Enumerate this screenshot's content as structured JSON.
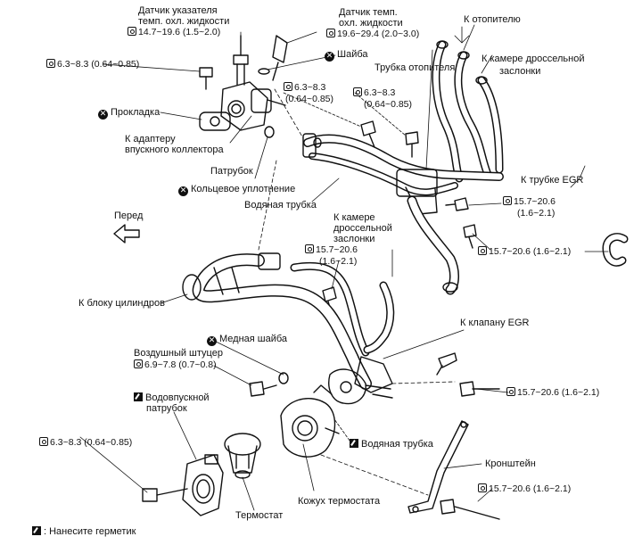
{
  "labels": {
    "temp_gauge_sensor_1": "Датчик указателя",
    "temp_gauge_sensor_2": "темп. охл. жидкости",
    "temp_gauge_sensor_torque": "14.7~19.6 (1.5~2.0)",
    "temp_sensor_1": "Датчик темп.",
    "temp_sensor_2": "охл. жидкости",
    "temp_sensor_torque": "19.6~29.4 (2.0~3.0)",
    "to_heater": "К отопителю",
    "washer": "Шайба",
    "heater_pipe": "Трубка отопителя",
    "to_throttle_chamber_1_a": "К камере дроссельной",
    "to_throttle_chamber_1_b": "заслонки",
    "bolt_torque_top_left": "6.3~8.3 (0.64~0.85)",
    "bolt_torque_mid_1_a": "6.3~8.3",
    "bolt_torque_mid_1_b": "(0.64~0.85)",
    "bolt_torque_mid_2_a": "6.3~8.3",
    "bolt_torque_mid_2_b": "(0.64~0.85)",
    "gasket": "Прокладка",
    "to_intake_adapter_1": "К адаптеру",
    "to_intake_adapter_2": "впускного коллектора",
    "fitting": "Патрубок",
    "o_ring": "Кольцевое уплотнение",
    "water_pipe_upper": "Водяная трубка",
    "to_egr_pipe": "К трубке EGR",
    "torque_egr_1_a": "15.7~20.6",
    "torque_egr_1_b": "(1.6~2.1)",
    "front": "Перед",
    "to_throttle_chamber_2_a": "К камере",
    "to_throttle_chamber_2_b": "дроссельной",
    "to_throttle_chamber_2_c": "заслонки",
    "torque_mid_a": "15.7~20.6",
    "torque_mid_b": "(1.6~2.1)",
    "torque_egr_2": "15.7~20.6 (1.6~2.1)",
    "to_cylinder_block": "К блоку цилиндров",
    "to_egr_valve": "К клапану EGR",
    "copper_washer": "Медная шайба",
    "air_fitting": "Воздушный штуцер",
    "air_fitting_torque": "6.9~7.8 (0.7~0.8)",
    "water_inlet_1": "Водовпускной",
    "water_inlet_2": "патрубок",
    "torque_right_mid": "15.7~20.6 (1.6~2.1)",
    "torque_bottom_left": "6.3~8.3 (0.64~0.85)",
    "water_pipe_lower": "Водяная трубка",
    "bracket": "Кронштейн",
    "torque_bottom_right": "15.7~20.6 (1.6~2.1)",
    "thermostat_housing": "Кожух термостата",
    "thermostat": "Термостат",
    "legend_sealant": ": Нанесите герметик"
  },
  "icons": {
    "torque": "torque-wrench-icon",
    "replace": "replace-part-icon",
    "sealant": "sealant-icon",
    "front_arrow": "front-arrow-icon"
  },
  "colors": {
    "ink": "#111111",
    "background": "#ffffff"
  }
}
